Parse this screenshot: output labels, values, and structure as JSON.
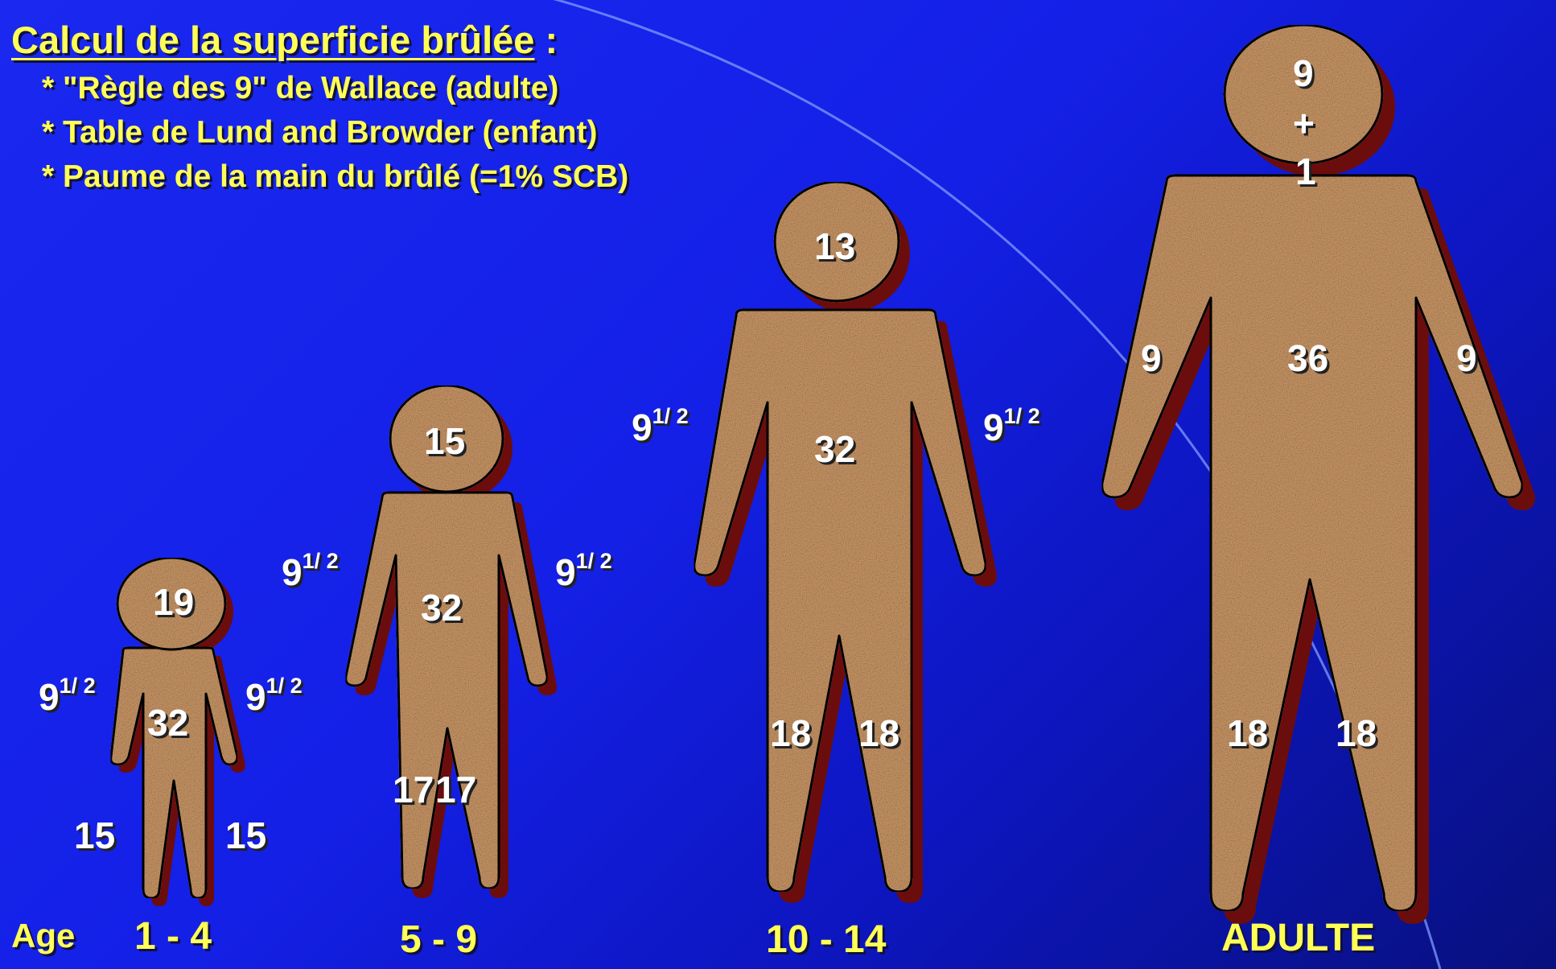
{
  "title": "Calcul de la superficie brûlée",
  "title_suffix": " :",
  "bullets": [
    "* \"Règle des 9\" de Wallace (adulte)",
    "* Table de Lund and Browder (enfant)",
    "* Paume de la main du brûlé (=1% SCB)"
  ],
  "colors": {
    "background": "#1420e6",
    "heading_text": "#ffff55",
    "label_text": "#ffffff",
    "figure_fill": "#c89a6c",
    "figure_shadow": "#6b0d0d",
    "figure_outline": "#000000"
  },
  "age_label": "Age",
  "figures": [
    {
      "age": "1 - 4",
      "head": "19",
      "trunk": "32",
      "arm_left": {
        "value": "9",
        "fraction": "1/ 2"
      },
      "arm_right": {
        "value": "9",
        "fraction": "1/ 2"
      },
      "leg_left": "15",
      "leg_right": "15"
    },
    {
      "age": "5 - 9",
      "head": "15",
      "trunk": "32",
      "arm_left": {
        "value": "9",
        "fraction": "1/ 2"
      },
      "arm_right": {
        "value": "9",
        "fraction": "1/ 2"
      },
      "leg_left": "17",
      "leg_right": "17"
    },
    {
      "age": "10 - 14",
      "head": "13",
      "trunk": "32",
      "arm_left": {
        "value": "9",
        "fraction": "1/ 2"
      },
      "arm_right": {
        "value": "9",
        "fraction": "1/ 2"
      },
      "leg_left": "18",
      "leg_right": "18"
    },
    {
      "age": "ADULTE",
      "head": "9",
      "head_plus": "+",
      "head_extra": "1",
      "trunk": "36",
      "arm_left": {
        "value": "9"
      },
      "arm_right": {
        "value": "9"
      },
      "leg_left": "18",
      "leg_right": "18"
    }
  ]
}
